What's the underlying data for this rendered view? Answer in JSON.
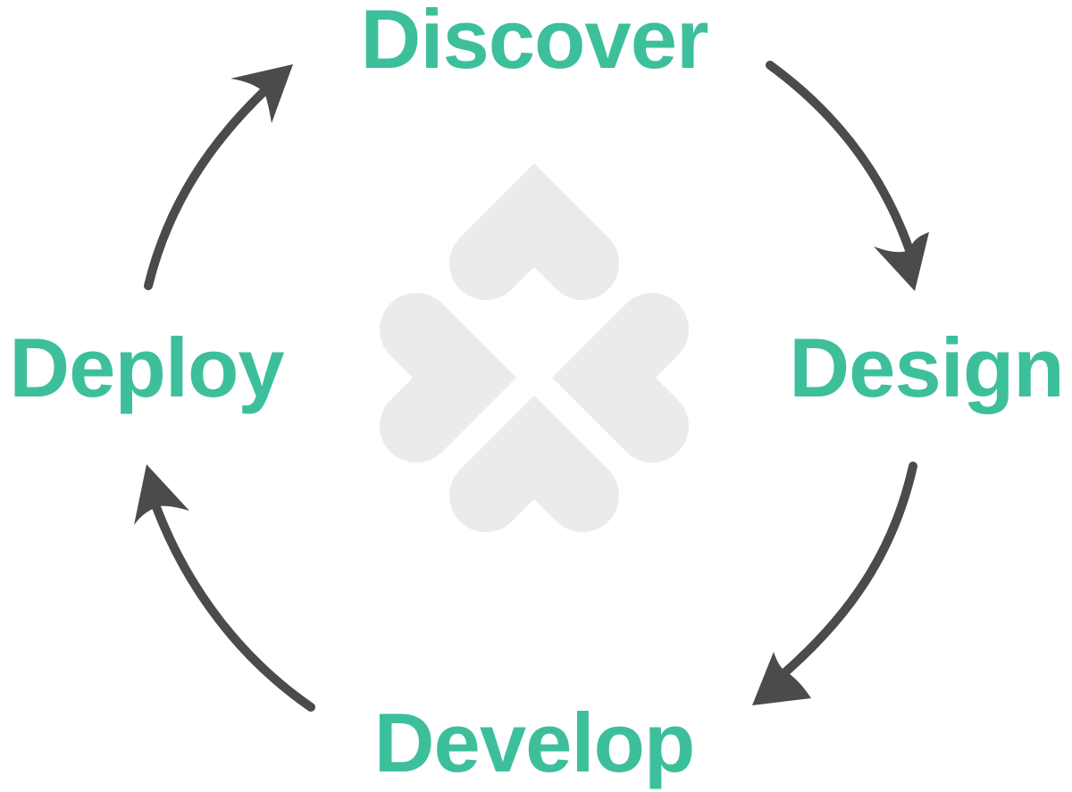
{
  "colors": {
    "label": "#3dbf9c",
    "arrow": "#4b4b4b",
    "logo": "#ebebed"
  },
  "logo": {
    "icon": "four-hearts-clover-icon"
  },
  "stages": [
    {
      "id": "discover",
      "label": "Discover"
    },
    {
      "id": "design",
      "label": "Design"
    },
    {
      "id": "develop",
      "label": "Develop"
    },
    {
      "id": "deploy",
      "label": "Deploy"
    }
  ],
  "arrows": [
    {
      "from": "discover",
      "to": "design"
    },
    {
      "from": "design",
      "to": "develop"
    },
    {
      "from": "develop",
      "to": "deploy"
    },
    {
      "from": "deploy",
      "to": "discover"
    }
  ]
}
